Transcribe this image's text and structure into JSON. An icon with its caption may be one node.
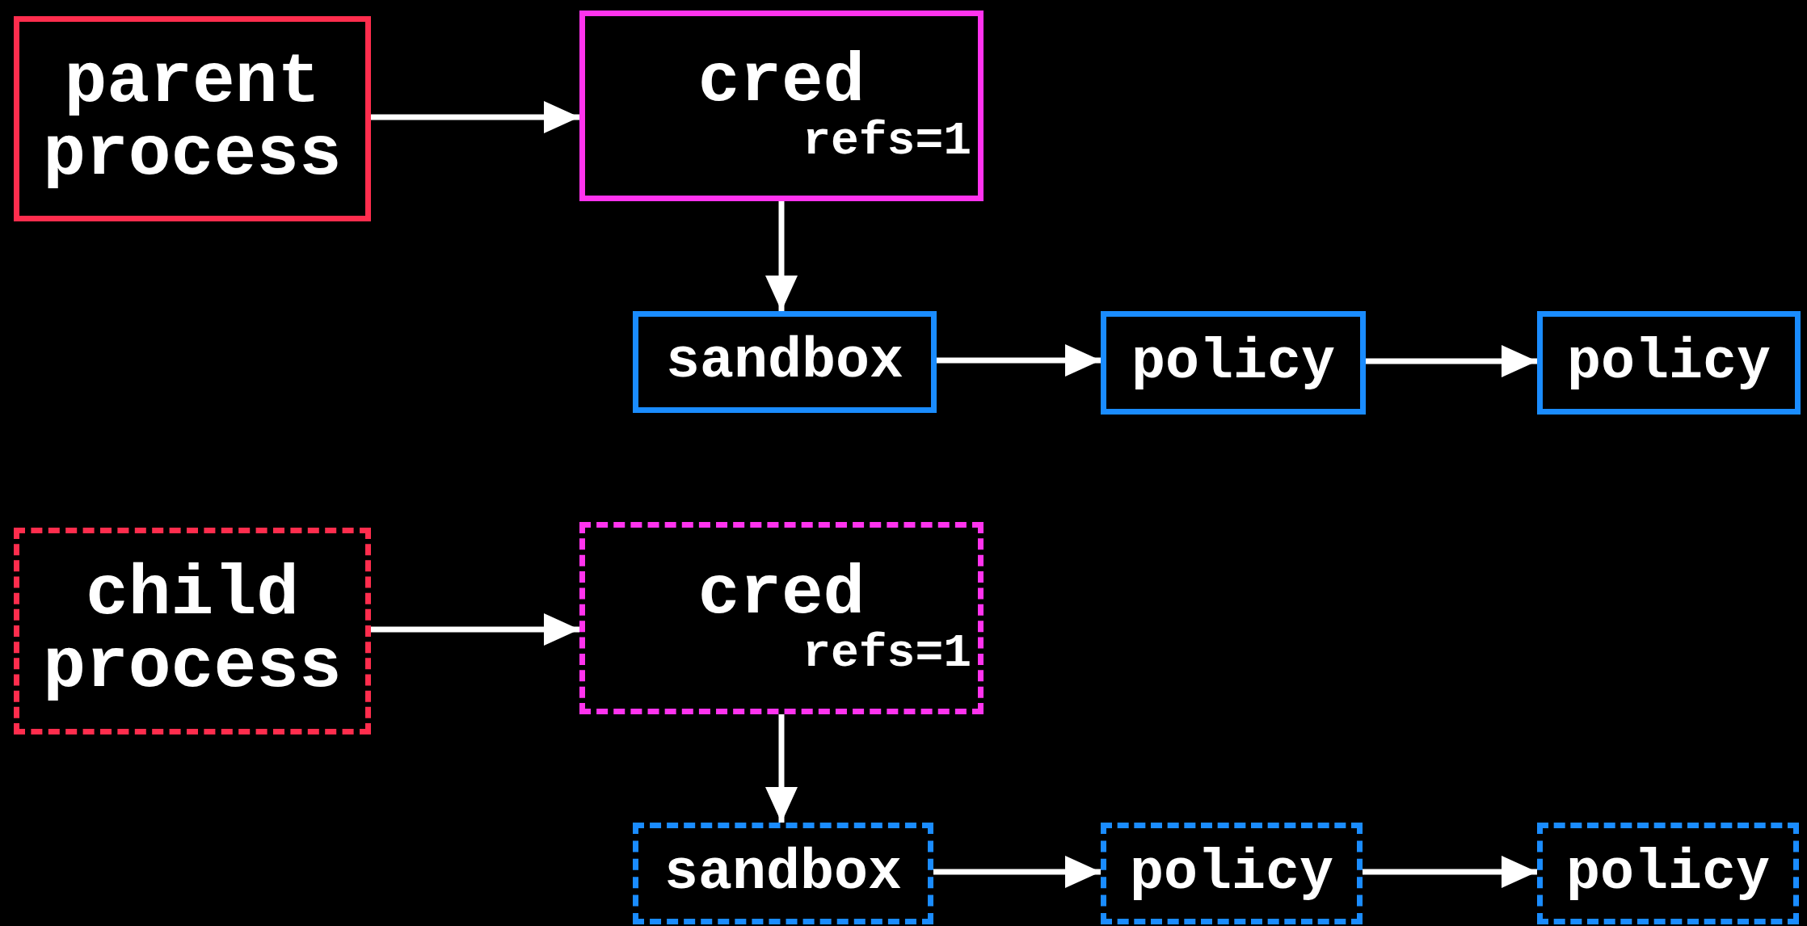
{
  "diagram": {
    "nodes": [
      {
        "text": [
          "parent process"
        ]
      },
      {
        "text": [
          "cred",
          "refs=1"
        ]
      },
      {
        "text": [
          "sandbox"
        ]
      },
      {
        "text": [
          "policy"
        ]
      },
      {
        "text": [
          "policy"
        ]
      },
      {
        "text": [
          "child process"
        ]
      },
      {
        "text": [
          "cred",
          "refs=1"
        ]
      },
      {
        "text": [
          "sandbox"
        ]
      },
      {
        "text": [
          "policy"
        ]
      },
      {
        "text": [
          "policy"
        ]
      }
    ],
    "edges": [
      {
        "from": 0,
        "to": 1,
        "arrow": "to"
      },
      {
        "from": 1,
        "to": 2,
        "arrow": "to"
      },
      {
        "from": 2,
        "to": 3,
        "arrow": "to"
      },
      {
        "from": 3,
        "to": 4,
        "arrow": "to"
      },
      {
        "from": 5,
        "to": 6,
        "arrow": "to"
      },
      {
        "from": 6,
        "to": 7,
        "arrow": "to"
      },
      {
        "from": 7,
        "to": 8,
        "arrow": "to"
      },
      {
        "from": 8,
        "to": 9,
        "arrow": "to"
      }
    ]
  }
}
